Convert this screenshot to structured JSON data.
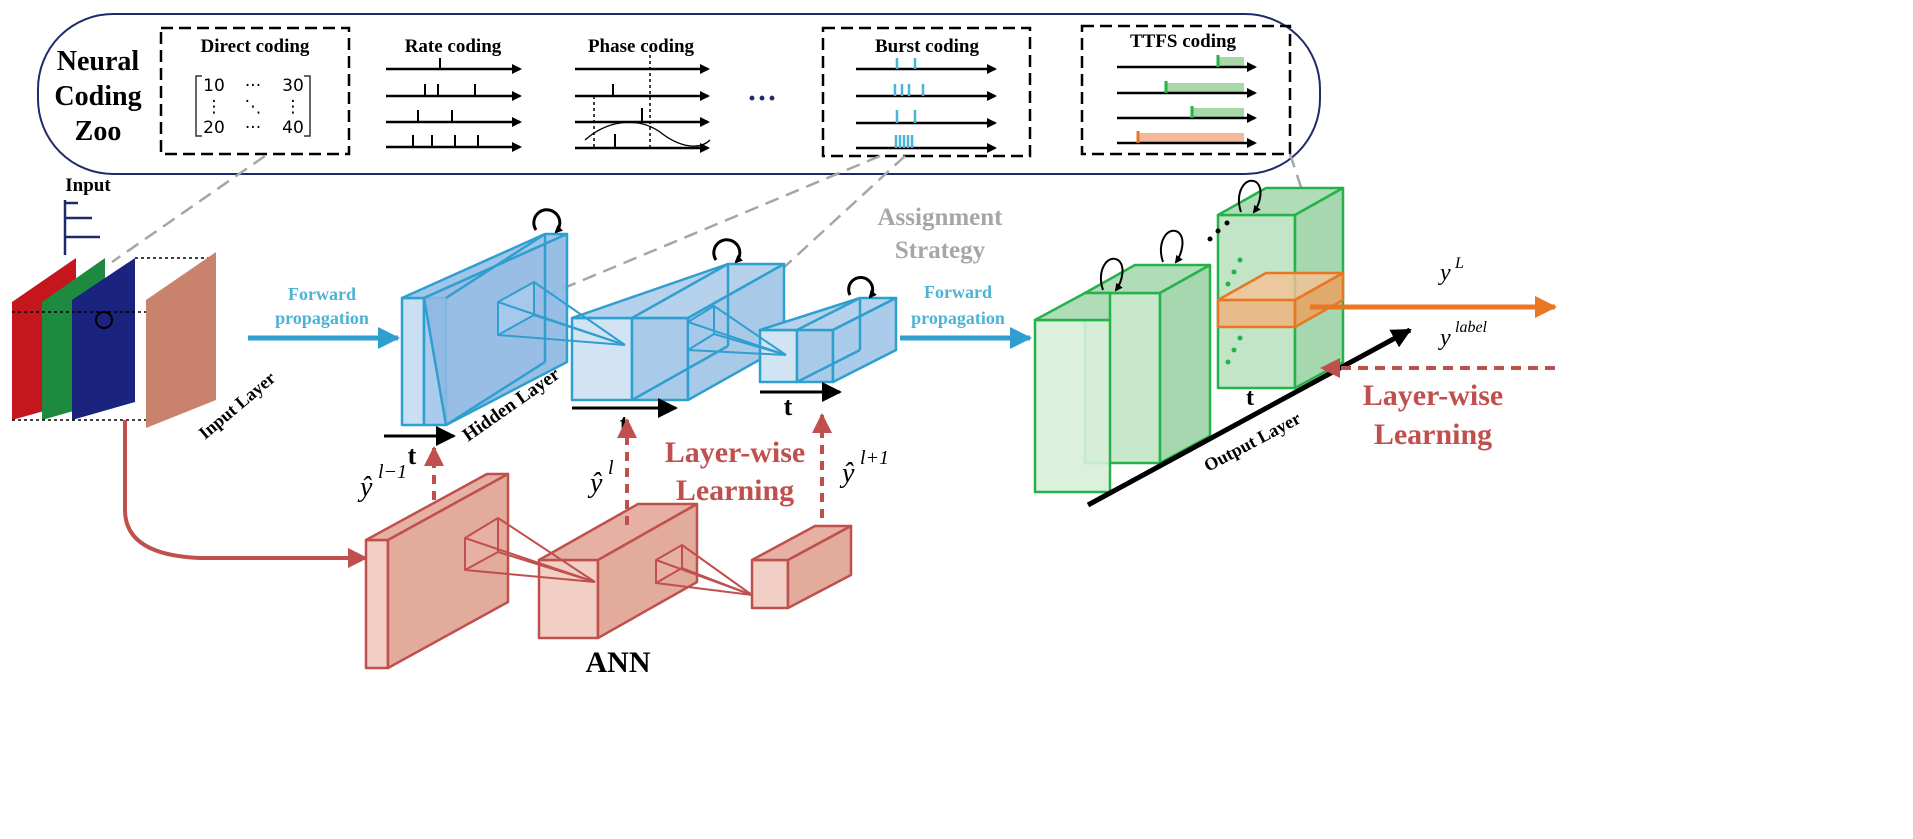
{
  "zoo": {
    "title_lines": [
      "Neural",
      "Coding",
      "Zoo"
    ],
    "direct": {
      "label": "Direct coding",
      "matrix": {
        "tl": "10",
        "tdots": "···",
        "tr": "30",
        "lv": "⋮",
        "md": "⋱",
        "rv": "⋮",
        "bl": "20",
        "bdots": "···",
        "br": "40"
      }
    },
    "rate": {
      "label": "Rate coding"
    },
    "phase": {
      "label": "Phase coding"
    },
    "ellipsis": "···",
    "burst": {
      "label": "Burst coding"
    },
    "ttfs": {
      "label": "TTFS coding"
    }
  },
  "input": {
    "label": "Input",
    "layer_label": "Input Layer"
  },
  "snn": {
    "forward_label_1": [
      "Forward",
      "propagation"
    ],
    "forward_label_2": [
      "Forward",
      "propagation"
    ],
    "hidden_layer_label": "Hidden Layer",
    "output_layer_label": "Output Layer",
    "time_label": "t",
    "assignment_lines": [
      "Assignment",
      "Strategy"
    ]
  },
  "ann": {
    "label": "ANN",
    "yhat_prev": "ŷ",
    "yhat_prev_sup": "l−1",
    "yhat_cur": "ŷ",
    "yhat_cur_sup": "l",
    "yhat_next": "ŷ",
    "yhat_next_sup": "l+1",
    "learning_lines": [
      "Layer-wise",
      "Learning"
    ]
  },
  "output": {
    "y_L": "y",
    "y_L_sup": "L",
    "y_label": "y",
    "y_label_sup": "label",
    "learning_lines": [
      "Layer-wise",
      "Learning"
    ]
  },
  "colors": {
    "blue_snn": "#2f9fd0",
    "blue_fill": "#bcd7ef",
    "green": "#25b24a",
    "green_fill": "#cfe9d2",
    "ann_red": "#c0504d",
    "ann_fill": "#e8b5a8",
    "orange": "#e87722",
    "navy": "#1f2a6b",
    "gray": "#a6a6a6"
  }
}
